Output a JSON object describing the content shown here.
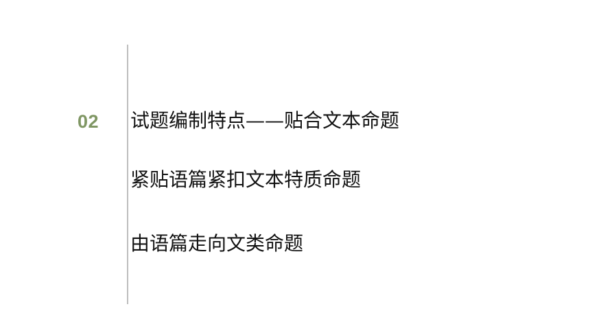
{
  "section": {
    "number": "02"
  },
  "lines": [
    "试题编制特点——贴合文本命题",
    "紧贴语篇紧扣文本特质命题",
    "由语篇走向文类命题"
  ],
  "colors": {
    "accent": "#7f9663",
    "divider": "#bdbdbd",
    "text": "#111111",
    "background": "#ffffff"
  }
}
